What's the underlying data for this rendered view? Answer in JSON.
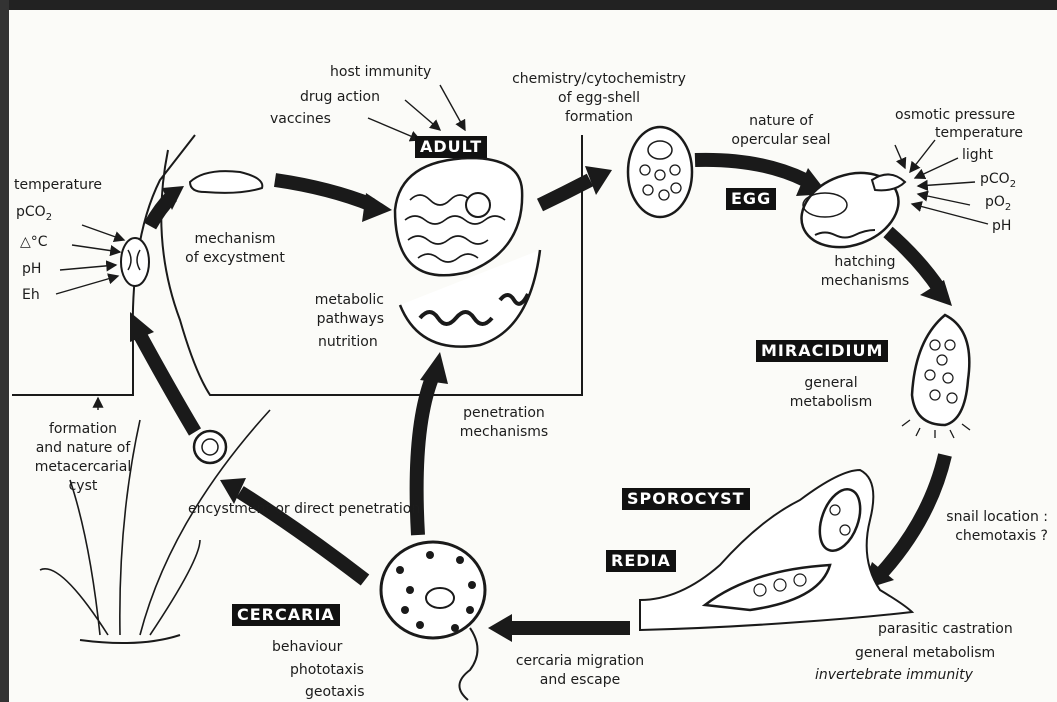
{
  "stages": {
    "adult": "ADULT",
    "egg": "EGG",
    "miracidium": "MIRACIDIUM",
    "sporocyst": "SPOROCYST",
    "redia": "REDIA",
    "cercaria": "CERCARIA"
  },
  "labels": {
    "host_immunity": "host immunity",
    "drug_action": "drug action",
    "vaccines": "vaccines",
    "chemistry": "chemistry/cytochemistry\nof egg-shell\nformation",
    "opercular": "nature of\nopercular seal",
    "osmotic": "osmotic pressure",
    "temperature_r": "temperature",
    "light": "light",
    "pco2_r": "pCO",
    "po2_r": "pO",
    "ph_r": "pH",
    "hatching": "hatching\nmechanisms",
    "general_metabolism": "general\nmetabolism",
    "snail_location": "snail location :\nchemotaxis ?",
    "parasitic_castration": "parasitic castration",
    "general_metabolism_2": "general metabolism",
    "invertebrate_immunity": "invertebrate immunity",
    "cercaria_migration": "cercaria migration\nand escape",
    "behaviour": "behaviour",
    "phototaxis": "phototaxis",
    "geotaxis": "geotaxis",
    "encystment": "encystment or direct penetration",
    "penetration": "penetration\nmechanisms",
    "metabolic": "metabolic\npathways",
    "nutrition": "nutrition",
    "excystment": "mechanism\nof excystment",
    "temperature_l": "temperature",
    "pco2_l": "pCO",
    "delta_c": "△°C",
    "ph_l": "pH",
    "eh": "Eh",
    "metacercarial": "formation\nand nature of\nmetacercarial\ncyst",
    "subscript_2": "2"
  },
  "colors": {
    "ink": "#1a1a1a",
    "paper": "#fbfbf8",
    "tag_bg": "#111111"
  }
}
